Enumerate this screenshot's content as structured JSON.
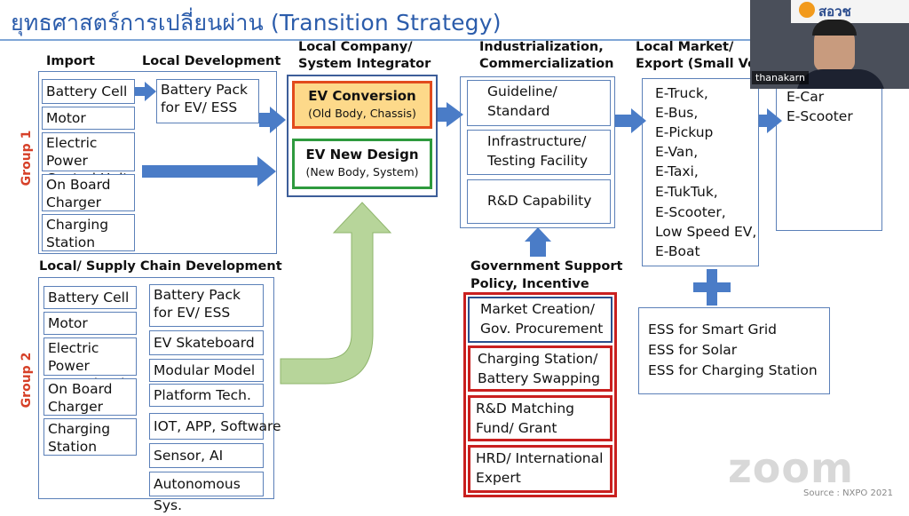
{
  "title": "ยุทธศาสตร์การเปลี่ยนผ่าน (Transition Strategy)",
  "headers": {
    "import": "Import",
    "local_development": "Local Development",
    "local_company_1": "Local Company/",
    "local_company_2": "System Integrator",
    "industrialization_1": "Industrialization,",
    "industrialization_2": "Commercialization",
    "local_market_1": "Local Market/",
    "local_market_2": "Export (Small Vol",
    "supply_chain": "Local/ Supply Chain Development",
    "gov_support_1": "Government Support",
    "gov_support_2": "Policy, Incentive"
  },
  "groups": {
    "group1": "Group 1",
    "group2": "Group 2"
  },
  "group1_import": [
    "Battery Cell",
    "Motor",
    "Electric Power Control Unit",
    "On Board Charger",
    "Charging Station"
  ],
  "group1_local_dev": "Battery Pack for EV/ ESS",
  "ev_conversion": {
    "title": "EV Conversion",
    "subtitle": "(Old Body, Chassis)"
  },
  "ev_new_design": {
    "title": "EV New Design",
    "subtitle": "(New Body, System)"
  },
  "group2_left": [
    "Battery Cell",
    "Motor",
    "Electric Power Control Unit",
    "On Board Charger",
    "Charging Station"
  ],
  "group2_right": [
    "Battery Pack for EV/ ESS",
    "EV Skateboard",
    "Modular Model",
    "Platform Tech.",
    "IOT, APP, Software",
    "Sensor, AI",
    "Autonomous Sys."
  ],
  "industrialization_items": [
    "Guideline/ Standard",
    "Infrastructure/ Testing Facility",
    "R&D Capability"
  ],
  "gov_support_items": [
    "Market Creation/ Gov. Procurement",
    "Charging Station/ Battery Swapping",
    "R&D Matching Fund/ Grant",
    "HRD/ International Expert"
  ],
  "local_market_items": [
    "E-Truck,",
    "E-Bus,",
    "E-Pickup",
    "E-Van,",
    "E-Taxi,",
    "E-TukTuk,",
    "E-Scooter,",
    "Low Speed EV,",
    "E-Boat"
  ],
  "export_items": [
    "E-Car",
    "E-Scooter"
  ],
  "ess_items": [
    "ESS for Smart Grid",
    "ESS for Solar",
    "ESS for Charging Station"
  ],
  "webcam": {
    "logo_text": "สอวช",
    "name": "thanakarn"
  },
  "watermark": "zoom",
  "source": "Source : NXPO 2021",
  "colors": {
    "title": "#2b5cab",
    "box_border": "#5b80b8",
    "arrow": "#4a7cc7",
    "red": "#c9201f",
    "orange_fill": "#fdd98a",
    "green": "#2e9a3e",
    "big_arrow": "#b7d59a"
  }
}
